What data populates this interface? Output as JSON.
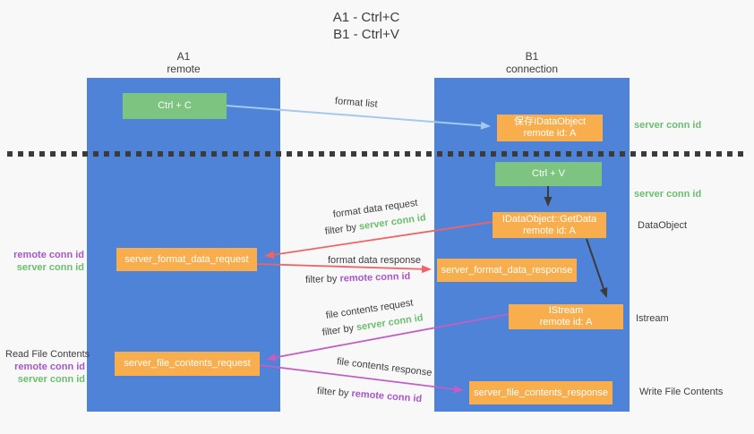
{
  "title": {
    "line1": "A1 - Ctrl+C",
    "line2": "B1 - Ctrl+V"
  },
  "columns": {
    "left_name": "A1",
    "left_role": "remote",
    "right_name": "B1",
    "right_role": "connection"
  },
  "boxes": {
    "ctrl_c": "Ctrl + C",
    "ctrl_v": "Ctrl + V",
    "save_idataobject_line1": "保存IDataObject",
    "save_idataobject_line2": "remote id: A",
    "getdata_line1": "IDataObject::GetData",
    "getdata_line2": "remote id: A",
    "istream_line1": "IStream",
    "istream_line2": "remote id: A",
    "server_format_data_request": "server_format_data_request",
    "server_format_data_response": "server_format_data_response",
    "server_file_contents_request": "server_file_contents_request",
    "server_file_contents_response": "server_file_contents_response"
  },
  "labels": {
    "format_list": "format list",
    "format_data_request": "format data request",
    "format_data_response": "format data response",
    "file_contents_request": "file contents request",
    "file_contents_response": "file contents response",
    "filter_by": "filter by",
    "server_conn_id": "server conn id",
    "remote_conn_id": "remote conn id",
    "dataobject": "DataObject",
    "istream": "Istream",
    "read_file_contents": "Read File Contents",
    "write_file_contents": "Write File Contents"
  },
  "colors": {
    "background": "#F8F8F8",
    "column_blue": "#4E83D8",
    "box_orange": "#F9AE4D",
    "box_green": "#7CC47F",
    "arrow_blue": "#A3C9EC",
    "arrow_red": "#F16364",
    "arrow_purple": "#C25EC4",
    "arrow_black": "#3B3B3B",
    "label_green": "#6CBE6F",
    "label_purple": "#A855CC",
    "text_dark": "#3D3D3D"
  }
}
